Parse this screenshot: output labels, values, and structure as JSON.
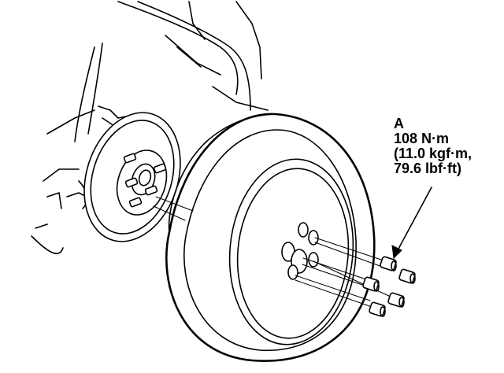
{
  "callout": {
    "letter": "A",
    "torque_nm": "108 N·m",
    "torque_kgfm": "(11.0 kgf·m,",
    "torque_lbfft": "79.6 lbf·ft)"
  }
}
